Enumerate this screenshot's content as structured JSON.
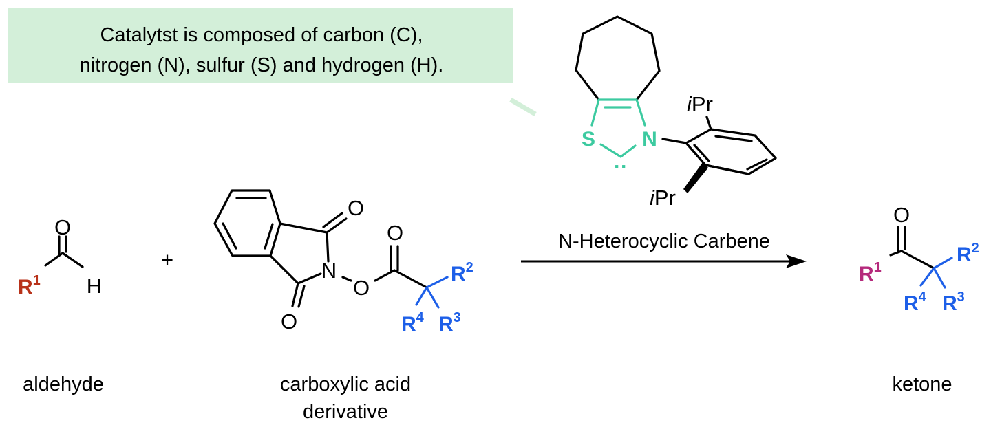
{
  "colors": {
    "callout_bg": "#d3efd9",
    "catalyst_core": "#3ccaa0",
    "aldehyde_r": "#b8321a",
    "ketone_r": "#b52a7c",
    "alkyl_r": "#1d5fe8"
  },
  "callout": {
    "line1": "Catalytst is composed of carbon (C),",
    "line2": "nitrogen (N), sulfur (S) and hydrogen (H)."
  },
  "catalyst": {
    "s_atom": "S",
    "n_atom": "N",
    "ipr_top_i": "i",
    "ipr_top_pr": "Pr",
    "ipr_bottom_i": "i",
    "ipr_bottom_pr": "Pr",
    "lone_pair": "··"
  },
  "aldehyde": {
    "o": "O",
    "h": "H",
    "r": "R",
    "r_num": "1",
    "name": "aldehyde"
  },
  "plus": "+",
  "reagent": {
    "o_top": "O",
    "o_bottom": "O",
    "n": "N",
    "o_ester": "O",
    "o_carbonyl": "O",
    "r": "R",
    "r2": "2",
    "r3": "3",
    "r4": "4",
    "name_line1": "carboxylic acid",
    "name_line2": "derivative"
  },
  "arrow_label": "N-Heterocyclic Carbene",
  "ketone": {
    "o": "O",
    "r": "R",
    "r1": "1",
    "r2": "2",
    "r3": "3",
    "r4": "4",
    "name": "ketone"
  }
}
